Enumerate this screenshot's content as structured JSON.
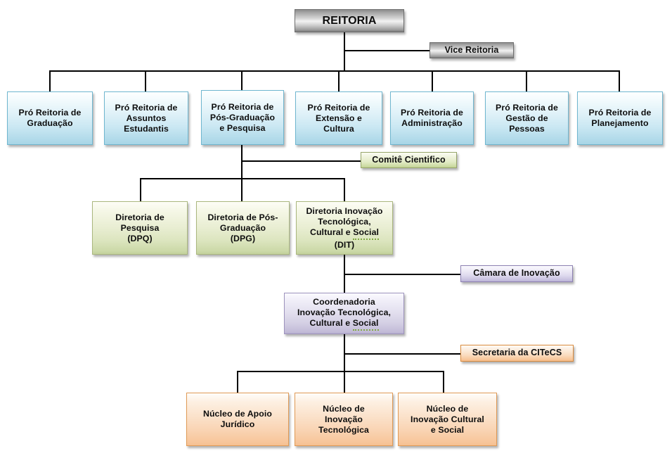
{
  "diagram": {
    "title": "Organograma REITORIA",
    "type": "organizational-chart",
    "colors": {
      "root_silver": "#c8c8c8",
      "level1_blue": "#cbe8f3",
      "level2_green": "#e2ebc6",
      "level3_purple": "#d4cfe4",
      "level4_orange": "#f9d3b2",
      "connector_line": "#000000"
    }
  },
  "root": {
    "label": "REITORIA"
  },
  "vice": {
    "label": "Vice Reitoria"
  },
  "pro_reitorias": [
    {
      "label": "Pró Reitoria de Graduação",
      "lines": [
        "Pró Reitoria de",
        "Graduação"
      ]
    },
    {
      "label": "Pró Reitoria de Assuntos Estudantis",
      "lines": [
        "Pró Reitoria de",
        "Assuntos",
        "Estudantis"
      ]
    },
    {
      "label": "Pró Reitoria de Pós-Graduação e Pesquisa",
      "lines": [
        "Pró Reitoria de",
        "Pós-Graduação",
        "e Pesquisa"
      ]
    },
    {
      "label": "Pró Reitoria de Extensão e Cultura",
      "lines": [
        "Pró Reitoria de",
        "Extensão e",
        "Cultura"
      ]
    },
    {
      "label": "Pró Reitoria de Administração",
      "lines": [
        "Pró Reitoria de",
        "Administração"
      ]
    },
    {
      "label": "Pró Reitoria de Gestão de Pessoas",
      "lines": [
        "Pró Reitoria de",
        "Gestão de",
        "Pessoas"
      ]
    },
    {
      "label": "Pró Reitoria de Planejamento",
      "lines": [
        "Pró Reitoria de",
        "Planejamento"
      ]
    }
  ],
  "comite": {
    "label": "Comitê Cientifico"
  },
  "diretorias": [
    {
      "label": "Diretoria de Pesquisa (DPQ)",
      "lines": [
        "Diretoria de",
        "Pesquisa",
        "(DPQ)"
      ]
    },
    {
      "label": "Diretoria de Pós-Graduação (DPG)",
      "lines": [
        "Diretoria de Pós-",
        "Graduação",
        "(DPG)"
      ]
    },
    {
      "label": "Diretoria Inovação Tecnológica, Cultural e Social (DIT)",
      "lines": [
        "Diretoria Inovação",
        "Tecnológica,",
        "Cultural e Social",
        "(DIT)"
      ],
      "misspelled_word": "Social"
    }
  ],
  "camara": {
    "label": "Câmara de Inovação"
  },
  "coordenadoria": {
    "label": "Coordenadoria Inovação Tecnológica, Cultural e Social",
    "lines": [
      "Coordenadoria",
      "Inovação Tecnológica,",
      "Cultural e Social"
    ],
    "misspelled_word": "Social"
  },
  "secretaria": {
    "label": "Secretaria da CITeCS"
  },
  "nucleos": [
    {
      "label": "Núcleo de Apoio Jurídico",
      "lines": [
        "Núcleo de Apoio",
        "Jurídico"
      ]
    },
    {
      "label": "Núcleo de Inovação Tecnológica",
      "lines": [
        "Núcleo de",
        "Inovação",
        "Tecnológica"
      ]
    },
    {
      "label": "Núcleo de Inovação Cultural e Social",
      "lines": [
        "Núcleo de",
        "Inovação Cultural",
        "e Social"
      ]
    }
  ]
}
